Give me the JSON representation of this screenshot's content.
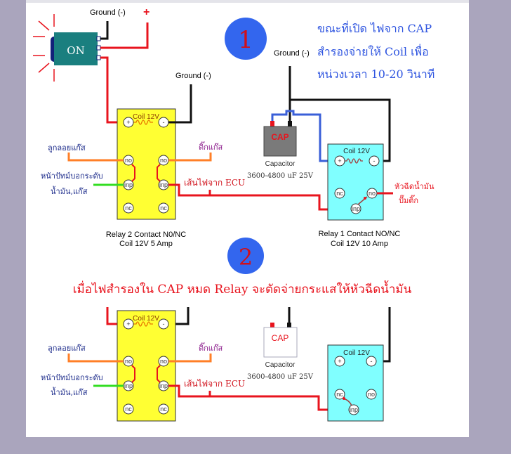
{
  "colors": {
    "background": "#aaa5bd",
    "panel": "#ffffff",
    "relay2": "#ffff33",
    "relay1": "#80ffff",
    "badge": "#3366ee",
    "wire_red": "#e8141e",
    "wire_black": "#111111",
    "wire_blue": "#3a5fd8",
    "wire_orange": "#ff7f27",
    "wire_green": "#33dd22"
  },
  "switch": {
    "label": "ON"
  },
  "labels": {
    "ground": "Ground (-)",
    "plus": "+",
    "coil": "Coil 12V",
    "coil_plus": "+",
    "coil_minus": "-",
    "float_gas": "ลูกลอยแก๊ส",
    "tick_gas": "ติ๊กแก๊ส",
    "gauge_line1": "หน้าปัทม์บอกระดับ",
    "gauge_line2": "น้ำมัน,แก๊ส",
    "ecu": "เส้นไฟจาก ECU",
    "injector_line1": "หัวฉีดน้ำมัน",
    "injector_line2": "ปั๊มติ๊ก",
    "cap": "CAP",
    "capacitor": "Capacitor",
    "capacitor_value": "3600-4800 uF 25V",
    "relay2_line1": "Relay 2 Contact N0/NC",
    "relay2_line2": "Coil 12V 5 Amp",
    "relay1_line1": "Relay 1 Contact NO/NC",
    "relay1_line2": "Coil 12V 10 Amp"
  },
  "terminals": {
    "no": "no",
    "inp": "inp",
    "nc": "nc"
  },
  "step1": {
    "badge": "1",
    "note": [
      "ขณะที่เปิด ไฟจาก CAP",
      "สำรองจ่ายให้ Coil เพื่อ",
      "หน่วงเวลา 10-20 วินาที"
    ]
  },
  "step2": {
    "badge": "2",
    "note": "เมื่อไฟสำรองใน CAP หมด Relay จะตัดจ่ายกระแสให้หัวฉีดน้ำมัน"
  }
}
